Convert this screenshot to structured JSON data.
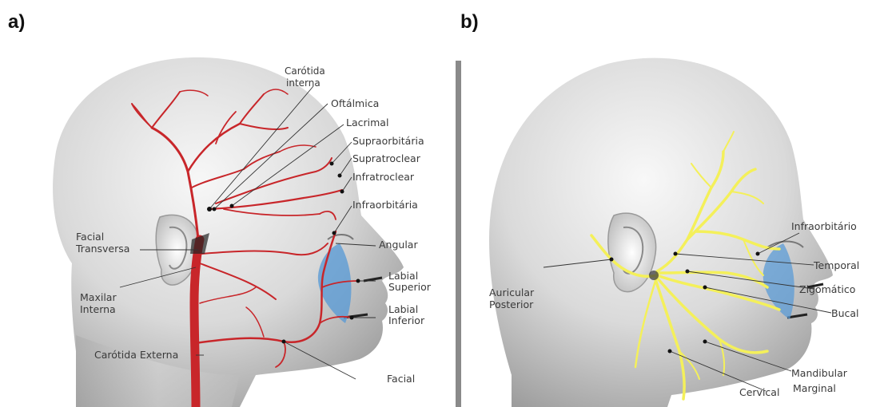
{
  "panels": {
    "a": {
      "letter": "a)",
      "labels": {
        "carotida_interna_1": "Carótida",
        "carotida_interna_2": "interna",
        "oftalmica": "Oftálmica",
        "lacrimal": "Lacrimal",
        "supraorbitaria": "Supraorbitária",
        "supratroclear": "Supratroclear",
        "infratroclear": "Infratroclear",
        "infraorbitaria": "Infraorbitária",
        "facial_transversa_1": "Facial",
        "facial_transversa_2": "Transversa",
        "angular": "Angular",
        "labial_superior_1": "Labial",
        "labial_superior_2": "Superior",
        "maxilar_interna_1": "Maxilar",
        "maxilar_interna_2": "Interna",
        "labial_inferior_1": "Labial",
        "labial_inferior_2": "Inferior",
        "carotida_externa": "Carótida Externa",
        "facial": "Facial"
      }
    },
    "b": {
      "letter": "b)",
      "labels": {
        "infraorbitario": "Infraorbitário",
        "temporal": "Temporal",
        "zigomatico": "Zigomático",
        "bucal": "Bucal",
        "auricular_posterior_1": "Auricular",
        "auricular_posterior_2": "Posterior",
        "mandibular_marginal_1": "Mandibular",
        "mandibular_marginal_2": "Marginal",
        "cervical": "Cervical"
      }
    }
  },
  "colors": {
    "artery": "#c8262a",
    "nerve": "#f4f05a",
    "highlight_zone": "#5b9bd5",
    "divider": "#8a8a8a"
  }
}
